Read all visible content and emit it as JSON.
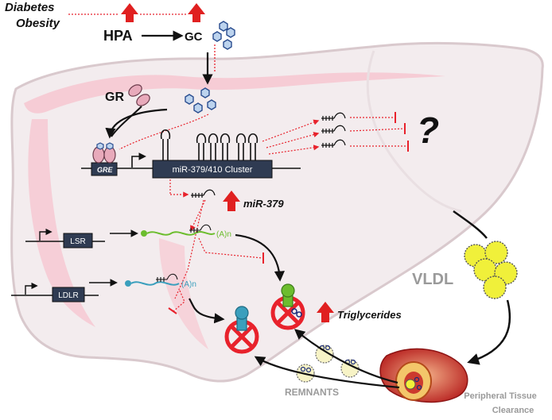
{
  "triggers": {
    "line1": "Diabetes",
    "line2": "Obesity"
  },
  "axis": {
    "hpa": "HPA",
    "gc": "GC"
  },
  "receptor": {
    "gr": "GR",
    "gre": "GRE"
  },
  "cluster": {
    "label": "miR-379/410 Cluster"
  },
  "mirna": {
    "label": "miR-379"
  },
  "genes": {
    "lsr": "LSR",
    "ldlr": "LDLR",
    "polya_lsr": "(A)n",
    "polya_ldlr": "(A)n"
  },
  "unknown_targets": {
    "mark": "?"
  },
  "outcomes": {
    "triglycerides": "Triglycerides",
    "vldl": "VLDL",
    "remnants": "REMNANTS",
    "clearance_line1": "Peripheral Tissue",
    "clearance_line2": "Clearance"
  },
  "colors": {
    "liver_fill": "#f3ecee",
    "liver_band": "#f6c9d2",
    "inhibit_red": "#e8222c",
    "arrow_up_red": "#e02020",
    "hexagon_blue": "#bcd3ee",
    "gr_pink": "#e8aabb",
    "lsr_green": "#6cbd2e",
    "ldlr_teal": "#3a9fbd",
    "vldl_yellow": "#f0f03a",
    "remnant_yellow": "#f7f3c6",
    "gray_label": "#9a9a9a"
  }
}
